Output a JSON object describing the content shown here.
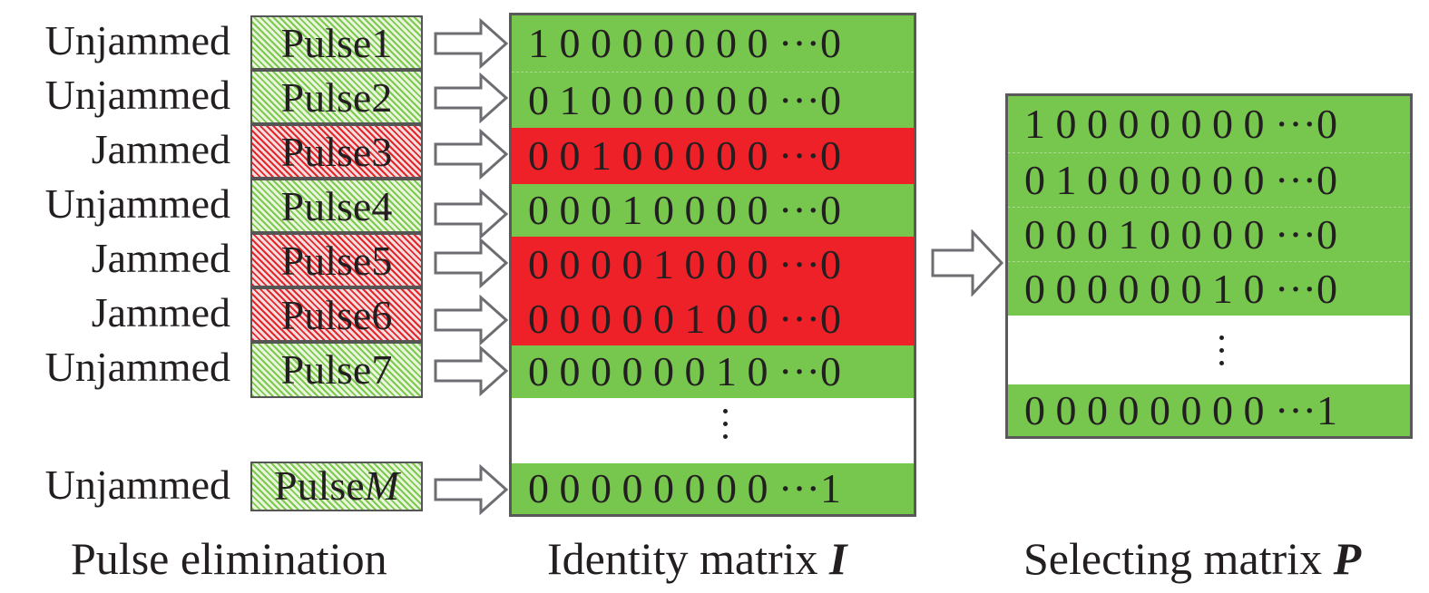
{
  "pulse_elimination": {
    "rows": [
      {
        "status": "Unjammed",
        "pulse": "Pulse1",
        "state": "unjammed"
      },
      {
        "status": "Unjammed",
        "pulse": "Pulse2",
        "state": "unjammed"
      },
      {
        "status": "Jammed",
        "pulse": "Pulse3",
        "state": "jammed"
      },
      {
        "status": "Unjammed",
        "pulse": "Pulse4",
        "state": "unjammed"
      },
      {
        "status": "Jammed",
        "pulse": "Pulse5",
        "state": "jammed"
      },
      {
        "status": "Jammed",
        "pulse": "Pulse6",
        "state": "jammed"
      },
      {
        "status": "Unjammed",
        "pulse": "Pulse7",
        "state": "unjammed"
      }
    ],
    "last_row": {
      "status": "Unjammed",
      "pulse_prefix": "Pulse",
      "pulse_suffix": "M",
      "state": "unjammed"
    }
  },
  "identity_matrix": {
    "rows": [
      "1 0 0 0 0 0 0 0 ···0",
      "0 1 0 0 0 0 0 0 ···0",
      "0 0 1 0 0 0 0 0 ···0",
      "0 0 0 1 0 0 0 0 ···0",
      "0 0 0 0 1 0 0 0 ···0",
      "0 0 0 0 0 1 0 0 ···0",
      "0 0 0 0 0 0 1 0 ···0"
    ],
    "last_row": "0 0 0 0 0 0 0 0 ···1"
  },
  "selecting_matrix": {
    "rows": [
      "1 0 0 0 0 0 0 0 ···0",
      "0 1 0 0 0 0 0 0 ···0",
      "0 0 0 1 0 0 0 0 ···0",
      "0 0 0 0 0 0 1 0 ···0"
    ],
    "last_row": "0 0 0 0 0 0 0 0 ···1"
  },
  "captions": {
    "pulse_elimination": "Pulse elimination",
    "identity_prefix": "Identity matrix ",
    "identity_symbol": "I",
    "selecting_prefix": "Selecting matrix ",
    "selecting_symbol": "P"
  },
  "colors": {
    "unjammed": "#77c74f",
    "jammed": "#ee2028",
    "frame": "#595959"
  }
}
